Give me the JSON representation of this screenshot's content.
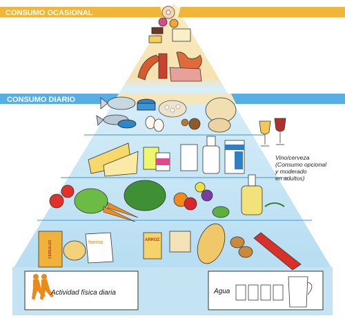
{
  "bands": {
    "occasional": "CONSUMO OCASIONAL",
    "daily": "CONSUMO DIARIO"
  },
  "note": {
    "line1": "Vino/cerveza",
    "line2": "(Consumo opcional",
    "line3": "y moderado",
    "line4": "en adultos)"
  },
  "food_labels": {
    "harina": "harina",
    "cereales": "CEREALES",
    "arroz": "ARROZ"
  },
  "bottom": {
    "activity": "Actividad física diaria",
    "water": "Agua"
  },
  "colors": {
    "occasional_band": "#f0b63a",
    "daily_band": "#57aee4",
    "pyramid_top": "#f8e6b4",
    "pyramid_bottom": "#bfe2f5",
    "tier_outline": "#5aa9d9",
    "runner": "#e98a1d"
  }
}
